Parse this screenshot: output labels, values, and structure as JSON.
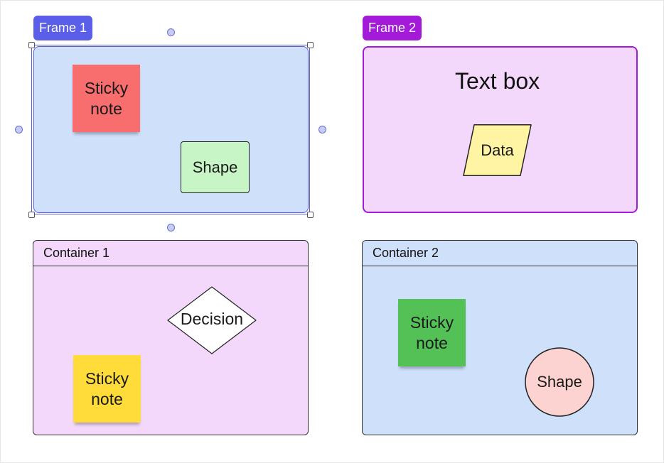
{
  "frames": [
    {
      "label": "Frame 1",
      "label_color": "#5b5ee8",
      "fill": "#cfe0fb",
      "border": "#5b5ee8"
    },
    {
      "label": "Frame 2",
      "label_color": "#a31ad9",
      "fill": "#f3d8fb",
      "border": "#a31ad9"
    }
  ],
  "frame1": {
    "sticky_note": {
      "text": "Sticky note",
      "color": "#f86d6d"
    },
    "shape": {
      "text": "Shape",
      "fill": "#c8f5c6"
    }
  },
  "frame2": {
    "text_box": "Text box",
    "data_shape": {
      "text": "Data",
      "fill": "#fff4a3"
    }
  },
  "containers": [
    {
      "title": "Container 1",
      "fill": "#f3d8fb"
    },
    {
      "title": "Container 2",
      "fill": "#cfe0fb"
    }
  ],
  "container1": {
    "decision": {
      "text": "Decision",
      "fill": "#ffffff"
    },
    "sticky_note": {
      "text": "Sticky note",
      "color": "#ffdc3a"
    }
  },
  "container2": {
    "sticky_note": {
      "text": "Sticky note",
      "color": "#54c157"
    },
    "shape": {
      "text": "Shape",
      "fill": "#fcd3d0"
    }
  },
  "selection": {
    "target": "Frame 1",
    "color": "#5b5ee8"
  }
}
